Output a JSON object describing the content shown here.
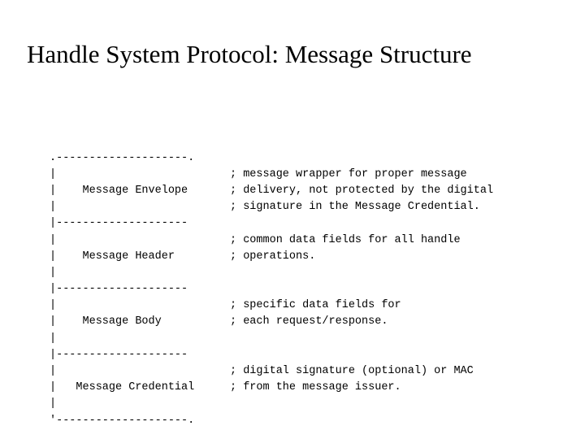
{
  "slide": {
    "title": "Handle System Protocol: Message Structure",
    "background_color": "#ffffff",
    "text_color": "#000000"
  },
  "diagram": {
    "type": "ascii-art-box-diagram",
    "description": "Handle System Protocol message structure showing four stacked sections with comments",
    "sections": [
      {
        "name": "Message Envelope",
        "box_label_line": "|    Message Envelope",
        "comments": [
          "; message wrapper for proper message",
          "; delivery, not protected by the digital",
          "; signature in the Message Credential."
        ]
      },
      {
        "name": "Message Header",
        "box_label_line": "|    Message Header",
        "comments": [
          "; common data fields for all handle",
          "; operations."
        ]
      },
      {
        "name": "Message Body",
        "box_label_line": "|    Message Body",
        "comments": [
          "; specific data fields for",
          "; each request/response."
        ]
      },
      {
        "name": "Message Credential",
        "box_label_line": "|   Message Credential",
        "comments": [
          "; digital signature (optional) or MAC",
          "; from the message issuer."
        ]
      }
    ],
    "rows": [
      {
        "box": ".--------------------.",
        "comment": ""
      },
      {
        "box": "|",
        "comment": "; message wrapper for proper message"
      },
      {
        "box": "|    Message Envelope",
        "comment": "; delivery, not protected by the digital"
      },
      {
        "box": "|",
        "comment": "; signature in the Message Credential."
      },
      {
        "box": "|--------------------",
        "comment": ""
      },
      {
        "box": "|",
        "comment": "; common data fields for all handle"
      },
      {
        "box": "|    Message Header",
        "comment": "; operations."
      },
      {
        "box": "|",
        "comment": ""
      },
      {
        "box": "|--------------------",
        "comment": ""
      },
      {
        "box": "|",
        "comment": "; specific data fields for"
      },
      {
        "box": "|    Message Body",
        "comment": "; each request/response."
      },
      {
        "box": "|",
        "comment": ""
      },
      {
        "box": "|--------------------",
        "comment": ""
      },
      {
        "box": "|",
        "comment": "; digital signature (optional) or MAC"
      },
      {
        "box": "|   Message Credential",
        "comment": "; from the message issuer."
      },
      {
        "box": "|",
        "comment": ""
      },
      {
        "box": "'--------------------.",
        "comment": ""
      }
    ]
  }
}
